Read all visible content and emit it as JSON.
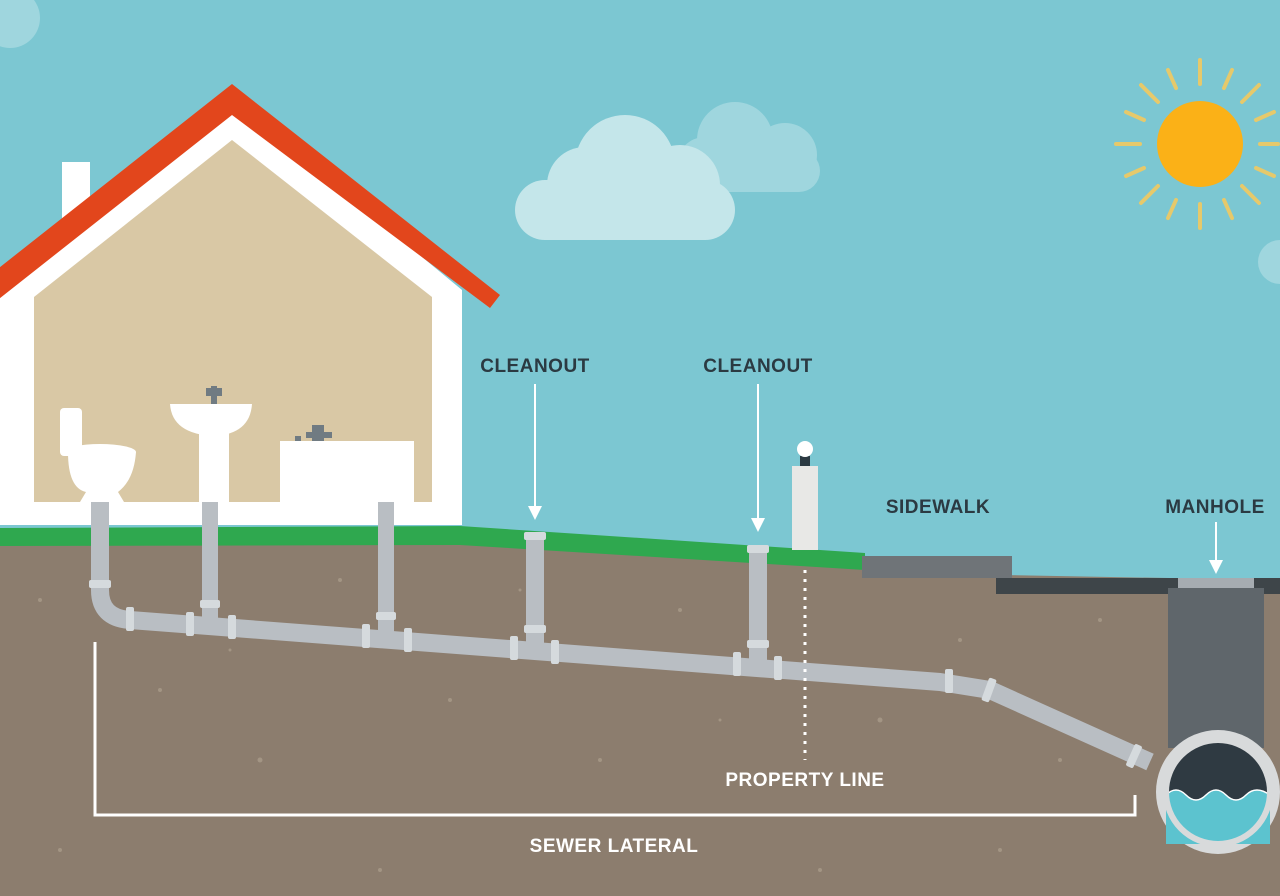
{
  "labels": {
    "cleanout_1": "CLEANOUT",
    "cleanout_2": "CLEANOUT",
    "sidewalk": "SIDEWALK",
    "manhole": "MANHOLE",
    "property_line": "PROPERTY LINE",
    "sewer_lateral": "SEWER LATERAL"
  },
  "colors": {
    "sky": "#7cc7d2",
    "soil": "#8c7d6e",
    "grass": "#2fa84f",
    "roof": "#e2461c",
    "house_wall": "#d9c8a5",
    "pipe": "#b9bec3",
    "sun": "#fbb117",
    "label_dark": "#2b3a42",
    "label_light": "#ffffff",
    "water": "#5cc3cf"
  }
}
